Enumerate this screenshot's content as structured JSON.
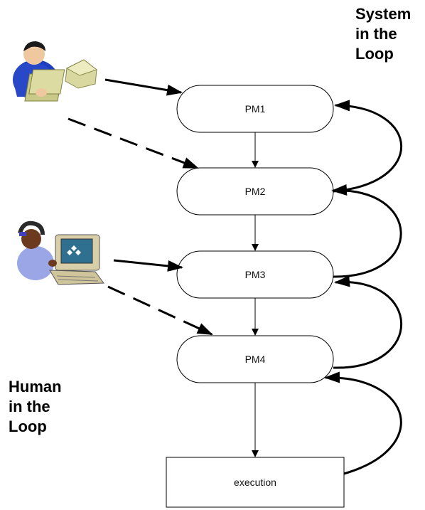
{
  "nodes": {
    "pm1": "PM1",
    "pm2": "PM2",
    "pm3": "PM3",
    "pm4": "PM4",
    "execution": "execution"
  },
  "system_label": [
    "System",
    "in the",
    "Loop"
  ],
  "human_label": [
    "Human",
    "in the",
    "Loop"
  ],
  "icons": {
    "worker": "person-with-papers-icon",
    "operator": "person-at-computer-icon"
  },
  "colors": {
    "node_fill": "#ffffff",
    "stroke": "#000000",
    "worker_shirt": "#1f3fbf",
    "operator_shirt": "#9aa6e6"
  }
}
